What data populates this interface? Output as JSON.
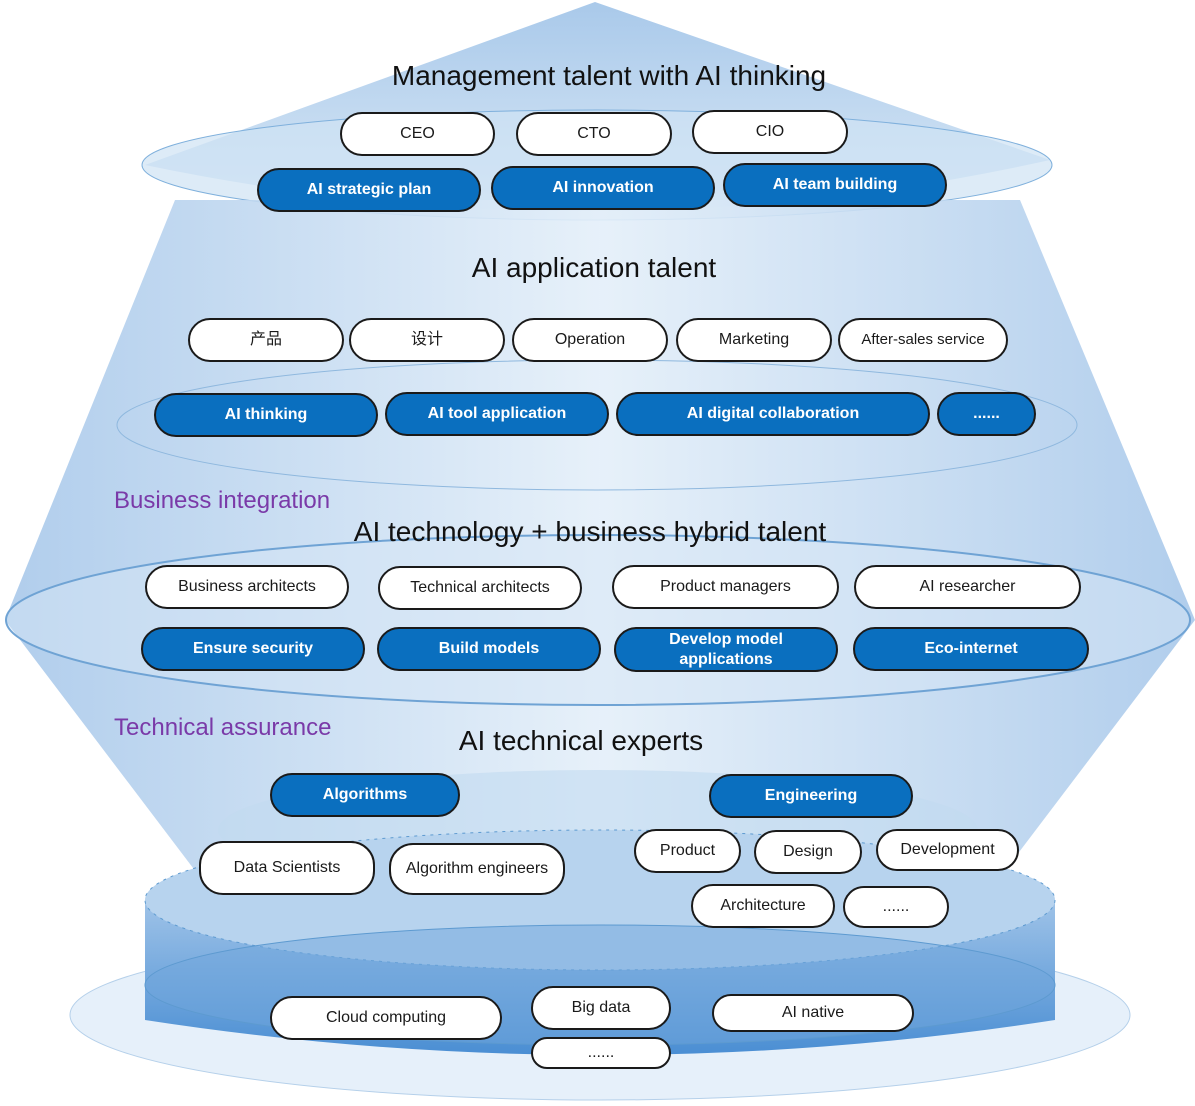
{
  "colors": {
    "accent_fill": "#0a6fbf",
    "section_label": "#7a3aa8",
    "plate": "#cfe2f3",
    "cylinder": "#5b9bd5"
  },
  "tiers": {
    "management": {
      "title": "Management talent with AI thinking",
      "roles": [
        "CEO",
        "CTO",
        "CIO"
      ],
      "capabilities": [
        "AI strategic plan",
        "AI innovation",
        "AI team building"
      ]
    },
    "application": {
      "title": "AI application talent",
      "roles": [
        "产品",
        "设计",
        "Operation",
        "Marketing",
        "After-sales service"
      ],
      "capabilities": [
        "AI thinking",
        "AI tool application",
        "AI digital collaboration",
        "......"
      ]
    },
    "hybrid": {
      "section_label": "Business integration",
      "title": "AI technology + business hybrid talent",
      "roles": [
        "Business architects",
        "Technical architects",
        "Product managers",
        "AI researcher"
      ],
      "capabilities": [
        "Ensure security",
        "Build models",
        "Develop model applications",
        "Eco-internet"
      ]
    },
    "technical": {
      "section_label": "Technical assurance",
      "title": "AI technical experts",
      "algorithms": {
        "label": "Algorithms",
        "roles": [
          "Data Scientists",
          "Algorithm engineers"
        ]
      },
      "engineering": {
        "label": "Engineering",
        "roles": [
          "Product",
          "Design",
          "Development",
          "Architecture",
          "......"
        ]
      }
    },
    "foundation": {
      "items": [
        "Cloud computing",
        "Big data",
        "AI native",
        "......"
      ]
    }
  }
}
